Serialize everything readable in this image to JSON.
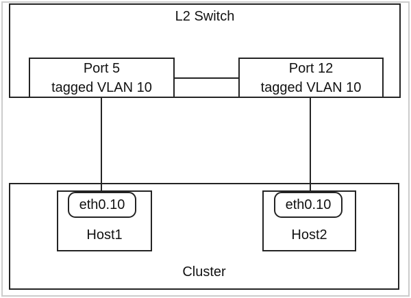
{
  "switch": {
    "label": "L2 Switch",
    "ports": [
      {
        "name": "Port 5",
        "vlan": "tagged VLAN 10"
      },
      {
        "name": "Port 12",
        "vlan": "tagged VLAN 10"
      }
    ]
  },
  "cluster": {
    "label": "Cluster",
    "hosts": [
      {
        "name": "Host1",
        "interface": "eth0.10"
      },
      {
        "name": "Host2",
        "interface": "eth0.10"
      }
    ]
  },
  "connections": [
    {
      "from": "Port 5",
      "to": "Port 12",
      "type": "inter-port link"
    },
    {
      "from": "Port 5",
      "to": "Host1 eth0.10",
      "type": "uplink"
    },
    {
      "from": "Port 12",
      "to": "Host2 eth0.10",
      "type": "uplink"
    }
  ],
  "colors": {
    "stroke": "#232323",
    "frame": "#cbcbcb",
    "background": "#ffffff",
    "text": "#111111"
  }
}
